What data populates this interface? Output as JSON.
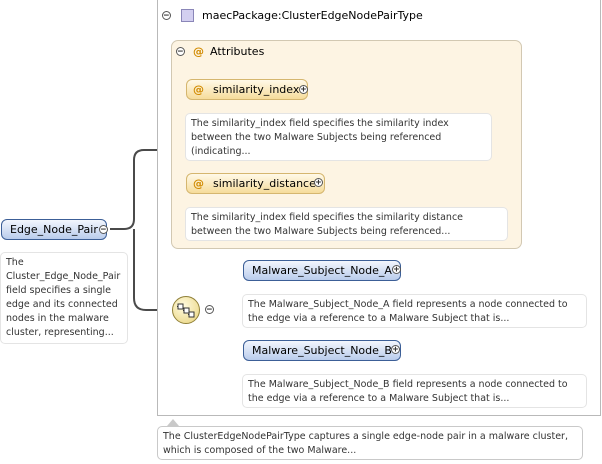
{
  "root_element": {
    "label": "Edge_Node_Pair",
    "doc": "The Cluster_Edge_Node_Pair field specifies a single edge and its connected nodes in the malware cluster, representing..."
  },
  "complex_type": {
    "label": "maecPackage:ClusterEdgeNodePairType",
    "doc": "The ClusterEdgeNodePairType captures a single edge-node pair in a malware cluster, which is composed of the two Malware..."
  },
  "attributes": {
    "group_label": "Attributes",
    "items": [
      {
        "name": "similarity_index",
        "doc": "The similarity_index field specifies the similarity index between the two Malware Subjects being referenced (indicating..."
      },
      {
        "name": "similarity_distance",
        "doc": "The similarity_index field specifies the similarity distance between the two Malware Subjects being referenced..."
      }
    ]
  },
  "sequence": {
    "elements": [
      {
        "label": "Malware_Subject_Node_A",
        "doc": "The Malware_Subject_Node_A field represents a node connected to the edge via a reference to a Malware Subject that is..."
      },
      {
        "label": "Malware_Subject_Node_B",
        "doc": "The Malware_Subject_Node_B field represents a node connected to the edge via a reference to a Malware Subject that is..."
      }
    ]
  },
  "colors": {
    "element_fill": "#b9ccec",
    "element_border": "#3c5f97",
    "attribute_fill": "#f6dc9b",
    "attribute_group_bg": "#fdf4e3",
    "connector": "#4a4a4a"
  },
  "icons": [
    "collapse-icon",
    "expand-icon",
    "complex-type-icon",
    "attribute-icon",
    "sequence-compositor-icon"
  ]
}
